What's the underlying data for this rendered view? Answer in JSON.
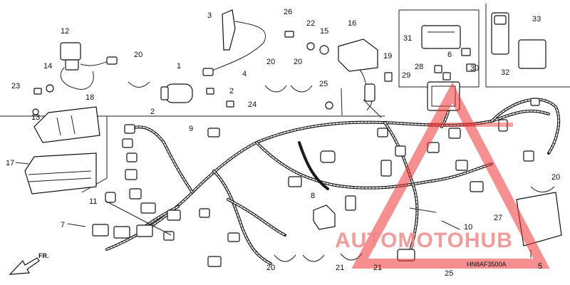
{
  "diagram_code": "HN8AF3500A",
  "front_arrow_text": "FR.",
  "watermark": {
    "text": "AUTOMOTOHUB",
    "accent": "#f08a8a",
    "triangle": "#ee3333"
  },
  "callouts": [
    {
      "id": "c1",
      "text": "1"
    },
    {
      "id": "c2a",
      "text": "2"
    },
    {
      "id": "c2b",
      "text": "2"
    },
    {
      "id": "c3",
      "text": "3"
    },
    {
      "id": "c4",
      "text": "4"
    },
    {
      "id": "c5",
      "text": "5"
    },
    {
      "id": "c6",
      "text": "6"
    },
    {
      "id": "c7",
      "text": "7"
    },
    {
      "id": "c8",
      "text": "8"
    },
    {
      "id": "c9",
      "text": "9"
    },
    {
      "id": "c10",
      "text": "10"
    },
    {
      "id": "c11",
      "text": "11"
    },
    {
      "id": "c12",
      "text": "12"
    },
    {
      "id": "c13",
      "text": "13"
    },
    {
      "id": "c14",
      "text": "14"
    },
    {
      "id": "c15",
      "text": "15"
    },
    {
      "id": "c16",
      "text": "16"
    },
    {
      "id": "c17",
      "text": "17"
    },
    {
      "id": "c18",
      "text": "18"
    },
    {
      "id": "c19",
      "text": "19"
    },
    {
      "id": "c20a",
      "text": "20"
    },
    {
      "id": "c20b",
      "text": "20"
    },
    {
      "id": "c20c",
      "text": "20"
    },
    {
      "id": "c20d",
      "text": "20"
    },
    {
      "id": "c20e",
      "text": "20"
    },
    {
      "id": "c21a",
      "text": "21"
    },
    {
      "id": "c21b",
      "text": "21"
    },
    {
      "id": "c22",
      "text": "22"
    },
    {
      "id": "c23",
      "text": "23"
    },
    {
      "id": "c24",
      "text": "24"
    },
    {
      "id": "c25a",
      "text": "25"
    },
    {
      "id": "c25b",
      "text": "25"
    },
    {
      "id": "c26",
      "text": "26"
    },
    {
      "id": "c27",
      "text": "27"
    },
    {
      "id": "c28",
      "text": "28"
    },
    {
      "id": "c29",
      "text": "29"
    },
    {
      "id": "c30",
      "text": "30"
    },
    {
      "id": "c31",
      "text": "31"
    },
    {
      "id": "c32",
      "text": "32"
    },
    {
      "id": "c33",
      "text": "33"
    }
  ]
}
